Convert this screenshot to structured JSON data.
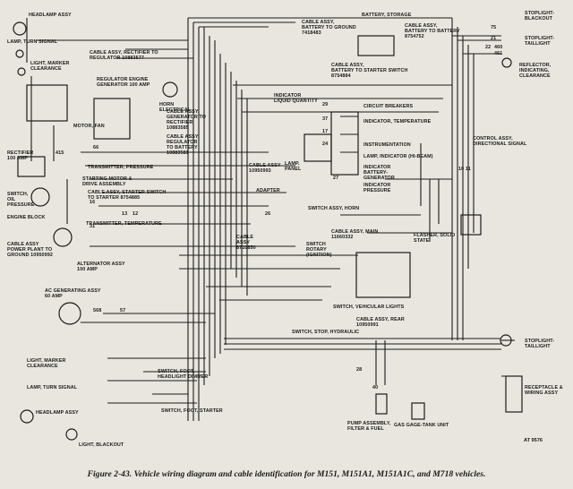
{
  "caption": "Figure 2-43. Vehicle wiring diagram and cable identification for M151, M151A1, M151A1C, and M718 vehicles.",
  "ref_tag": "AT 9576",
  "labels": {
    "headlamp_top": "HEADLAMP ASSY",
    "lamp_turn_signal_top": "LAMP, TURN SIGNAL",
    "light_marker_top": "LIGHT, MARKER\nCLEARANCE",
    "cable_rectifier_regulator": "CABLE ASSY, RECTIFIER TO\nREGULATOR 10883577",
    "regulator_engine": "REGULATOR ENGINE\nGENERATOR 100 AMP",
    "motor_fan": "MOTOR, FAN",
    "horn": "HORN\nELECTRICAL",
    "cable_battery_ground": "CABLE ASSY,\nBATTERY TO GROUND\n7418483",
    "battery_storage": "BATTERY, STORAGE",
    "cable_battery_battery": "CABLE ASSY,\nBATTERY TO BATTERY\n8754752",
    "cable_battery_starter": "CABLE ASSY,\nBATTERY TO STARTER SWITCH\n8754884",
    "stoplight_blackout": "STOPLIGHT-\nBLACKOUT",
    "stoplight_taillight_top": "STOPLIGHT-\nTAILLIGHT",
    "reflector": "REFLECTOR,\nINDICATING,\nCLEARANCE",
    "cable_generator_rectifier": "CABLE ASSY,\nGENERATOR TO\nRECTIFIER\n10883585",
    "cable_regulator_battery": "CABLE ASSY,\nREGULATOR\nTO BATTERY\n10883581",
    "indicator_liquid": "INDICATOR\nLIQUID QUANTITY",
    "circuit_breakers": "CIRCUIT BREAKERS",
    "indicator_temperature": "INDICATOR, TEMPERATURE",
    "instrumentation": "INSTRUMENTATION",
    "lamp_indicator_hibeam": "LAMP, INDICATOR (HI-BEAM)",
    "indicator_battery": "INDICATOR\nBATTERY-\nGENERATOR",
    "indicator_pressure": "INDICATOR\nPRESSURE",
    "control_directional": "CONTROL ASSY,\nDIRECTIONAL SIGNAL",
    "lamp_panel": "LAMP,\nPANEL",
    "cable_10950993": "CABLE ASSY\n10950993",
    "rectifier": "RECTIFIER\n100 AMP",
    "transmitter_pressure": "TRANSMITTER, PRESSURE",
    "starting_motor": "STARTING MOTOR &\nDRIVE ASSEMBLY",
    "cable_starter": "CABLE ASSY, STARTER SWITCH\nTO STARTER 8754885",
    "switch_oil": "SWITCH,\nOIL\nPRESSURE",
    "engine_block": "ENGINE BLOCK",
    "transmitter_temp": "TRANSMITTER, TEMPERATURE",
    "adapter": "ADAPTER",
    "cable_8710850": "CABLE\nASSY\n8710850",
    "switch_horn": "SWITCH ASSY, HORN",
    "flasher": "FLASHER, SOLID\nSTATE",
    "cable_power_plant": "CABLE ASSY\nPOWER PLANT TO\nGROUND 10950992",
    "alternator": "ALTERNATOR ASSY\n100 AMP",
    "cable_main": "CABLE ASSY, MAIN\n11660332",
    "switch_rotary": "SWITCH\nROTARY\n(IGNITION)",
    "ac_generating": "AC GENERATING ASSY\n60 AMP",
    "switch_vehicular": "SWITCH, VEHICULAR LIGHTS",
    "cable_rear": "CABLE ASSY, REAR\n10950991",
    "switch_stop_hydraulic": "SWITCH, STOP, HYDRAULIC",
    "stoplight_taillight_bot": "STOPLIGHT-\nTAILLIGHT",
    "light_marker_bot": "LIGHT, MARKER\nCLEARANCE",
    "switch_foot_headlight": "SWITCH, FOOT,\nHEADLIGHT DIMMER",
    "lamp_turn_signal_bot": "LAMP, TURN SIGNAL",
    "receptacle": "RECEPTACLE &\nWIRING ASSY",
    "switch_foot_starter": "SWITCH, FOOT, STARTER",
    "headlamp_bot": "HEADLAMP ASSY",
    "pump_assembly": "PUMP ASSEMBLY,\nFILTER & FUEL",
    "gas_gage": "GAS GAGE-TANK UNIT",
    "light_blackout": "LIGHT, BLACKOUT"
  },
  "wire_numbers": {
    "n75": "75",
    "n21": "21",
    "n22": "22",
    "n460": "460",
    "n461": "461",
    "n415": "415",
    "n568": "568",
    "n57": "57",
    "n29": "29",
    "n37": "37",
    "n17": "17",
    "n24": "24",
    "n27": "27",
    "n10": "10",
    "n11": "11",
    "n26": "26",
    "n16": "16",
    "n31": "31",
    "n28": "28",
    "n40": "40",
    "n12": "12",
    "n13": "13",
    "n66": "66"
  }
}
